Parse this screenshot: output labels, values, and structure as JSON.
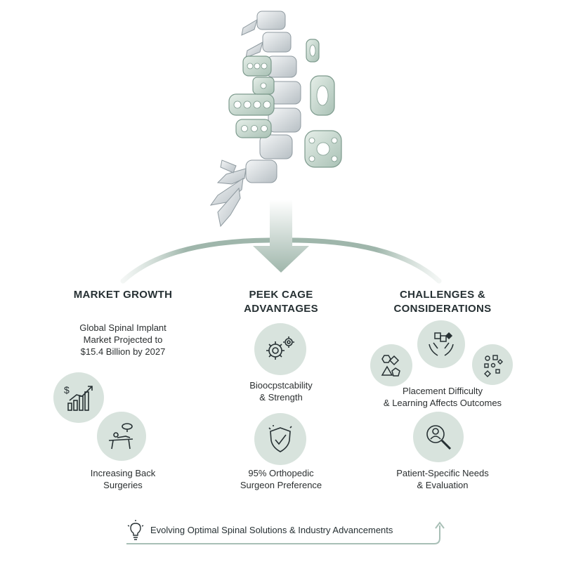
{
  "columns": {
    "market": {
      "title": "MARKET GROWTH",
      "stat_line1": "Global Spinal Implant",
      "stat_line2": "Market Projected to",
      "stat_line3": "$15.4 Billion by 2027",
      "sub_line1": "Increasing Back",
      "sub_line2": "Surgeries"
    },
    "peek": {
      "title_line1": "PEEK CAGE",
      "title_line2": "ADVANTAGES",
      "item1_line1": "Bioocpstcability",
      "item1_line2": "& Strength",
      "item2_line1": "95% Orthopedic",
      "item2_line2": "Surgeon Preference"
    },
    "challenges": {
      "title_line1": "CHALLENGES &",
      "title_line2": "CONSIDERATIONS",
      "item1_line1": "Placement Difficulty",
      "item1_line2": "& Learning Affects Outcomes",
      "item2_line1": "Patient-Specific Needs",
      "item2_line2": "& Evaluation"
    }
  },
  "footer": {
    "text": "Evolving Optimal Spinal Solutions & Industry Advancements"
  },
  "icons": {
    "growth": "dollar-chart-icon",
    "surgery": "surgery-table-icon",
    "gears": "gears-icon",
    "shield": "shield-check-icon",
    "shapes": "geometric-shapes-icon",
    "hands": "hands-puzzle-icon",
    "dots": "scattered-squares-icon",
    "search": "magnifier-person-icon",
    "bulb": "lightbulb-icon"
  },
  "colors": {
    "circle": "#d8e3dd",
    "accent": "#a8bfb6",
    "ink": "#263033"
  }
}
